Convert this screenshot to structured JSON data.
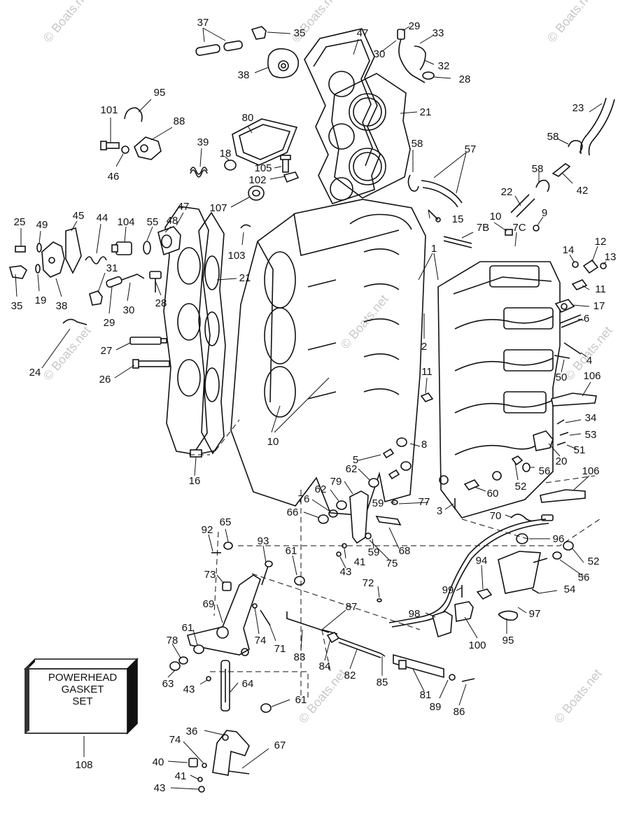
{
  "watermark": "© Boats.net",
  "box_label": [
    "POWERHEAD",
    "GASKET",
    "SET"
  ],
  "box_callout": "108",
  "callouts": [
    {
      "id": "c37",
      "t": "37"
    },
    {
      "id": "c35a",
      "t": "35"
    },
    {
      "id": "c47a",
      "t": "47"
    },
    {
      "id": "c29a",
      "t": "29"
    },
    {
      "id": "c33",
      "t": "33"
    },
    {
      "id": "c30a",
      "t": "30"
    },
    {
      "id": "c32",
      "t": "32"
    },
    {
      "id": "c28a",
      "t": "28"
    },
    {
      "id": "c38a",
      "t": "38"
    },
    {
      "id": "c95a",
      "t": "95"
    },
    {
      "id": "c101",
      "t": "101"
    },
    {
      "id": "c88",
      "t": "88"
    },
    {
      "id": "c80",
      "t": "80"
    },
    {
      "id": "c21a",
      "t": "21"
    },
    {
      "id": "c23",
      "t": "23"
    },
    {
      "id": "c58a",
      "t": "58"
    },
    {
      "id": "c46",
      "t": "46"
    },
    {
      "id": "c39",
      "t": "39"
    },
    {
      "id": "c18",
      "t": "18"
    },
    {
      "id": "c105",
      "t": "105"
    },
    {
      "id": "c102",
      "t": "102"
    },
    {
      "id": "c58b",
      "t": "58"
    },
    {
      "id": "c57",
      "t": "57"
    },
    {
      "id": "c58c",
      "t": "58"
    },
    {
      "id": "c42",
      "t": "42"
    },
    {
      "id": "c22",
      "t": "22"
    },
    {
      "id": "c107",
      "t": "107"
    },
    {
      "id": "c15",
      "t": "15"
    },
    {
      "id": "c10a",
      "t": "10"
    },
    {
      "id": "c9",
      "t": "9"
    },
    {
      "id": "c25",
      "t": "25"
    },
    {
      "id": "c49",
      "t": "49"
    },
    {
      "id": "c45",
      "t": "45"
    },
    {
      "id": "c44",
      "t": "44"
    },
    {
      "id": "c104",
      "t": "104"
    },
    {
      "id": "c55",
      "t": "55"
    },
    {
      "id": "c48",
      "t": "48"
    },
    {
      "id": "c47b",
      "t": "47"
    },
    {
      "id": "c7b",
      "t": "7B"
    },
    {
      "id": "c7c",
      "t": "7C"
    },
    {
      "id": "c103",
      "t": "103"
    },
    {
      "id": "c1",
      "t": "1"
    },
    {
      "id": "c12",
      "t": "12"
    },
    {
      "id": "c14",
      "t": "14"
    },
    {
      "id": "c13",
      "t": "13"
    },
    {
      "id": "c31",
      "t": "31"
    },
    {
      "id": "c21b",
      "t": "21"
    },
    {
      "id": "c11a",
      "t": "11"
    },
    {
      "id": "c35b",
      "t": "35"
    },
    {
      "id": "c19",
      "t": "19"
    },
    {
      "id": "c38b",
      "t": "38"
    },
    {
      "id": "c29b",
      "t": "29"
    },
    {
      "id": "c30b",
      "t": "30"
    },
    {
      "id": "c28b",
      "t": "28"
    },
    {
      "id": "c17",
      "t": "17"
    },
    {
      "id": "c6",
      "t": "6"
    },
    {
      "id": "c2",
      "t": "2"
    },
    {
      "id": "c24",
      "t": "24"
    },
    {
      "id": "c27",
      "t": "27"
    },
    {
      "id": "c4",
      "t": "4"
    },
    {
      "id": "c26",
      "t": "26"
    },
    {
      "id": "c50",
      "t": "50"
    },
    {
      "id": "c106a",
      "t": "106"
    },
    {
      "id": "c11b",
      "t": "11"
    },
    {
      "id": "c10b",
      "t": "10"
    },
    {
      "id": "c34",
      "t": "34"
    },
    {
      "id": "c53",
      "t": "53"
    },
    {
      "id": "c51",
      "t": "51"
    },
    {
      "id": "c8",
      "t": "8"
    },
    {
      "id": "c20",
      "t": "20"
    },
    {
      "id": "c5",
      "t": "5"
    },
    {
      "id": "c56a",
      "t": "56"
    },
    {
      "id": "c106b",
      "t": "106"
    },
    {
      "id": "c16",
      "t": "16"
    },
    {
      "id": "c62a",
      "t": "62"
    },
    {
      "id": "c79",
      "t": "79"
    },
    {
      "id": "c52a",
      "t": "52"
    },
    {
      "id": "c62b",
      "t": "62"
    },
    {
      "id": "c60",
      "t": "60"
    },
    {
      "id": "c76",
      "t": "76"
    },
    {
      "id": "c59a",
      "t": "59"
    },
    {
      "id": "c77",
      "t": "77"
    },
    {
      "id": "c3",
      "t": "3"
    },
    {
      "id": "c66",
      "t": "66"
    },
    {
      "id": "c70",
      "t": "70"
    },
    {
      "id": "c92",
      "t": "92"
    },
    {
      "id": "c65",
      "t": "65"
    },
    {
      "id": "c68",
      "t": "68"
    },
    {
      "id": "c96",
      "t": "96"
    },
    {
      "id": "c93",
      "t": "93"
    },
    {
      "id": "c59b",
      "t": "59"
    },
    {
      "id": "c41a",
      "t": "41"
    },
    {
      "id": "c52b",
      "t": "52"
    },
    {
      "id": "c75",
      "t": "75"
    },
    {
      "id": "c61a",
      "t": "61"
    },
    {
      "id": "c43a",
      "t": "43"
    },
    {
      "id": "c56b",
      "t": "56"
    },
    {
      "id": "c94",
      "t": "94"
    },
    {
      "id": "c73",
      "t": "73"
    },
    {
      "id": "c72",
      "t": "72"
    },
    {
      "id": "c99",
      "t": "99"
    },
    {
      "id": "c54",
      "t": "54"
    },
    {
      "id": "c69",
      "t": "69"
    },
    {
      "id": "c87",
      "t": "87"
    },
    {
      "id": "c98",
      "t": "98"
    },
    {
      "id": "c97",
      "t": "97"
    },
    {
      "id": "c74a",
      "t": "74"
    },
    {
      "id": "c71",
      "t": "71"
    },
    {
      "id": "c61b",
      "t": "61"
    },
    {
      "id": "c95b",
      "t": "95"
    },
    {
      "id": "c78",
      "t": "78"
    },
    {
      "id": "c83",
      "t": "83"
    },
    {
      "id": "c84",
      "t": "84"
    },
    {
      "id": "c100",
      "t": "100"
    },
    {
      "id": "c82",
      "t": "82"
    },
    {
      "id": "c85",
      "t": "85"
    },
    {
      "id": "c63",
      "t": "63"
    },
    {
      "id": "c43b",
      "t": "43"
    },
    {
      "id": "c64",
      "t": "64"
    },
    {
      "id": "c81",
      "t": "81"
    },
    {
      "id": "c89",
      "t": "89"
    },
    {
      "id": "c86",
      "t": "86"
    },
    {
      "id": "c61c",
      "t": "61"
    },
    {
      "id": "c36",
      "t": "36"
    },
    {
      "id": "c67",
      "t": "67"
    },
    {
      "id": "c74b",
      "t": "74"
    },
    {
      "id": "c40",
      "t": "40"
    },
    {
      "id": "c41b",
      "t": "41"
    },
    {
      "id": "c43c",
      "t": "43"
    }
  ]
}
